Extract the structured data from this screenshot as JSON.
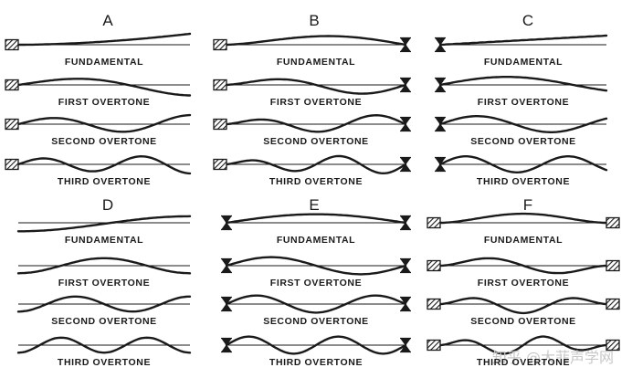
{
  "panels": [
    {
      "letter": "A",
      "left_end": "clamped",
      "right_end": "free",
      "modes": [
        {
          "label": "FUNDAMENTAL"
        },
        {
          "label": "FIRST OVERTONE"
        },
        {
          "label": "SECOND OVERTONE"
        },
        {
          "label": "THIRD OVERTONE"
        }
      ]
    },
    {
      "letter": "B",
      "left_end": "clamped",
      "right_end": "pinned",
      "modes": [
        {
          "label": "FUNDAMENTAL"
        },
        {
          "label": "FIRST OVERTONE"
        },
        {
          "label": "SECOND OVERTONE"
        },
        {
          "label": "THIRD OVERTONE"
        }
      ]
    },
    {
      "letter": "C",
      "left_end": "pinned",
      "right_end": "free",
      "modes": [
        {
          "label": "FUNDAMENTAL"
        },
        {
          "label": "FIRST OVERTONE"
        },
        {
          "label": "SECOND OVERTONE"
        },
        {
          "label": "THIRD OVERTONE"
        }
      ]
    },
    {
      "letter": "D",
      "left_end": "free",
      "right_end": "free",
      "modes": [
        {
          "label": "FUNDAMENTAL"
        },
        {
          "label": "FIRST OVERTONE"
        },
        {
          "label": "SECOND OVERTONE"
        },
        {
          "label": "THIRD OVERTONE"
        }
      ]
    },
    {
      "letter": "E",
      "left_end": "pinned",
      "right_end": "pinned",
      "modes": [
        {
          "label": "FUNDAMENTAL"
        },
        {
          "label": "FIRST OVERTONE"
        },
        {
          "label": "SECOND OVERTONE"
        },
        {
          "label": "THIRD OVERTONE"
        }
      ]
    },
    {
      "letter": "F",
      "left_end": "clamped",
      "right_end": "clamped",
      "modes": [
        {
          "label": "FUNDAMENTAL"
        },
        {
          "label": "FIRST OVERTONE"
        },
        {
          "label": "SECOND OVERTONE"
        },
        {
          "label": "THIRD OVERTONE"
        }
      ]
    }
  ],
  "watermark": "知乎 @大菲声学网",
  "colors": {
    "ink": "#1a1a1a",
    "background": "#ffffff",
    "watermark": "#c8c8c8"
  }
}
